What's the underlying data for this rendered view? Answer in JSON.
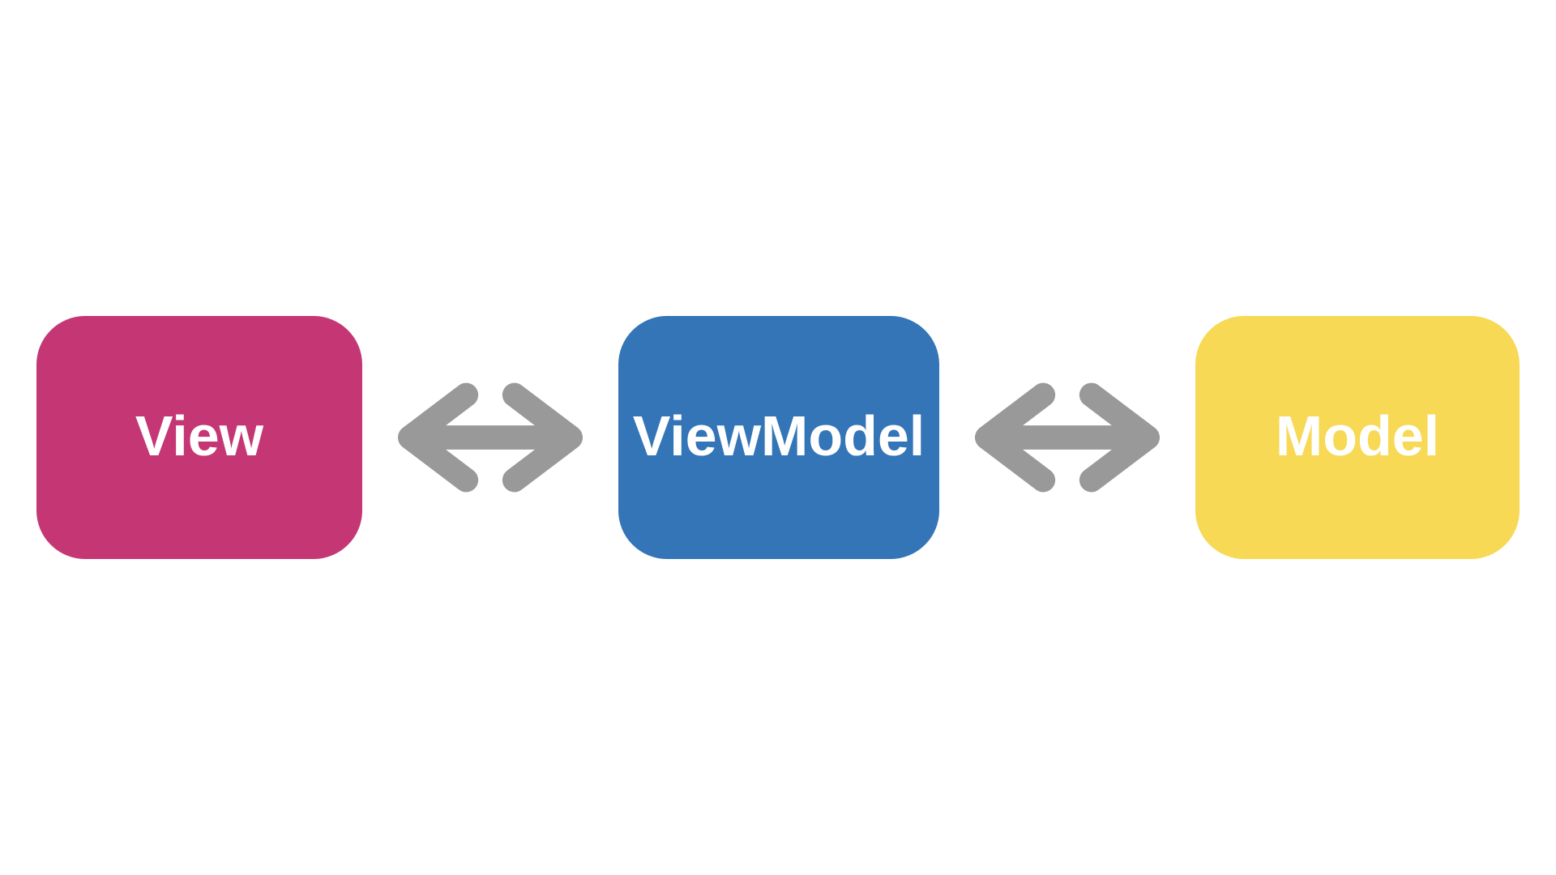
{
  "diagram": {
    "background_color": "#ffffff",
    "nodes": [
      {
        "id": "view",
        "label": "View",
        "fill_color": "#c43774",
        "text_color": "#ffffff"
      },
      {
        "id": "viewmodel",
        "label": "ViewModel",
        "fill_color": "#3375b7",
        "text_color": "#ffffff"
      },
      {
        "id": "model",
        "label": "Model",
        "fill_color": "#f7d955",
        "text_color": "#ffffff"
      }
    ],
    "connectors": [
      {
        "from": "view",
        "to": "viewmodel",
        "type": "bidirectional-arrow",
        "color": "#999999"
      },
      {
        "from": "viewmodel",
        "to": "model",
        "type": "bidirectional-arrow",
        "color": "#999999"
      }
    ]
  }
}
